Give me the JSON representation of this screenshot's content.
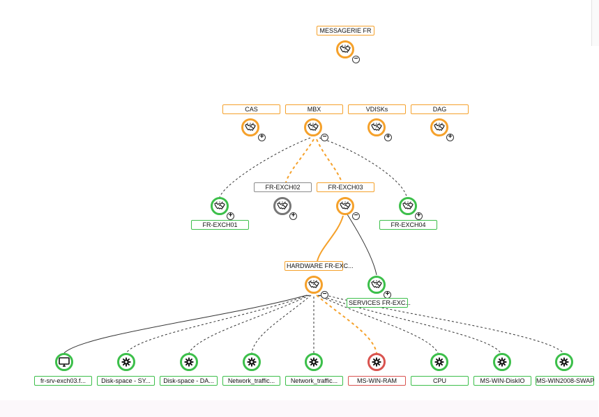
{
  "nodes": {
    "messagerie": {
      "label": "MESSAGERIE FR",
      "toggle": "−"
    },
    "cas": {
      "label": "CAS",
      "toggle": "+"
    },
    "mbx": {
      "label": "MBX",
      "toggle": "−"
    },
    "vdisks": {
      "label": "VDISKs",
      "toggle": "+"
    },
    "dag": {
      "label": "DAG",
      "toggle": "+"
    },
    "exch01": {
      "label": "FR-EXCH01",
      "toggle": "+"
    },
    "exch02": {
      "label": "FR-EXCH02",
      "toggle": "+"
    },
    "exch03": {
      "label": "FR-EXCH03",
      "toggle": "−"
    },
    "exch04": {
      "label": "FR-EXCH04",
      "toggle": "+"
    },
    "hardware": {
      "label": "HARDWARE FR-EXC...",
      "toggle": "−"
    },
    "services": {
      "label": "SERVICES FR-EXC...",
      "toggle": "+"
    },
    "srv": {
      "label": "fr-srv-exch03.f..."
    },
    "disk_sy": {
      "label": "Disk-space - SY..."
    },
    "disk_da": {
      "label": "Disk-space - DA..."
    },
    "net1": {
      "label": "Network_traffic..."
    },
    "net2": {
      "label": "Network_traffic..."
    },
    "ram": {
      "label": "MS-WIN-RAM"
    },
    "cpu": {
      "label": "CPU"
    },
    "diskio": {
      "label": "MS-WIN-DiskIO"
    },
    "swap": {
      "label": "MS-WIN2008-SWAP"
    }
  },
  "icons": {
    "service": "handshake-icon",
    "host": "monitor-icon",
    "metric": "gear-icon"
  },
  "colors": {
    "ok": "#3cbf4a",
    "warning": "#f5a12b",
    "unknown": "#777777",
    "critical": "#d9534f"
  }
}
